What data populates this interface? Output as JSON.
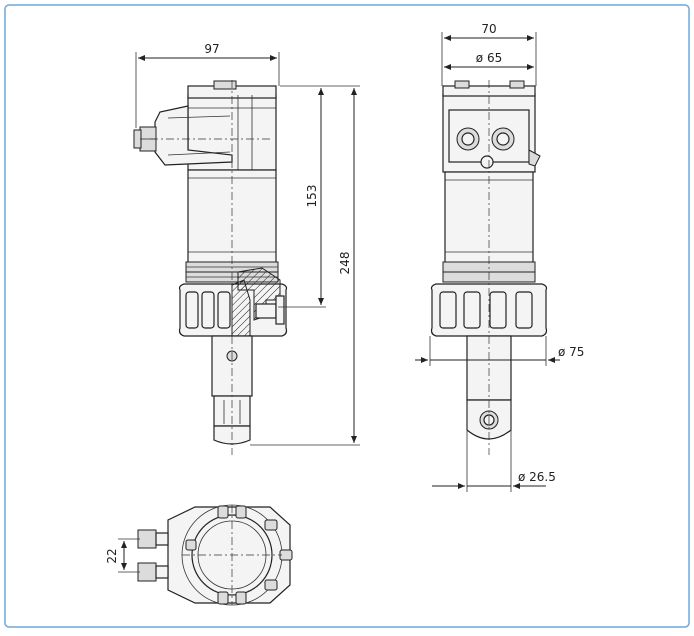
{
  "colors": {
    "border": "#6fa8dc",
    "line": "#222222",
    "fill": "#f4f4f4"
  },
  "dimensions": {
    "side_width": "97",
    "front_width": "70",
    "front_dia_head": "ø 65",
    "height_153": "153",
    "height_248": "248",
    "dia_75": "ø 75",
    "dia_26_5": "ø 26.5",
    "gland_spacing": "22"
  }
}
